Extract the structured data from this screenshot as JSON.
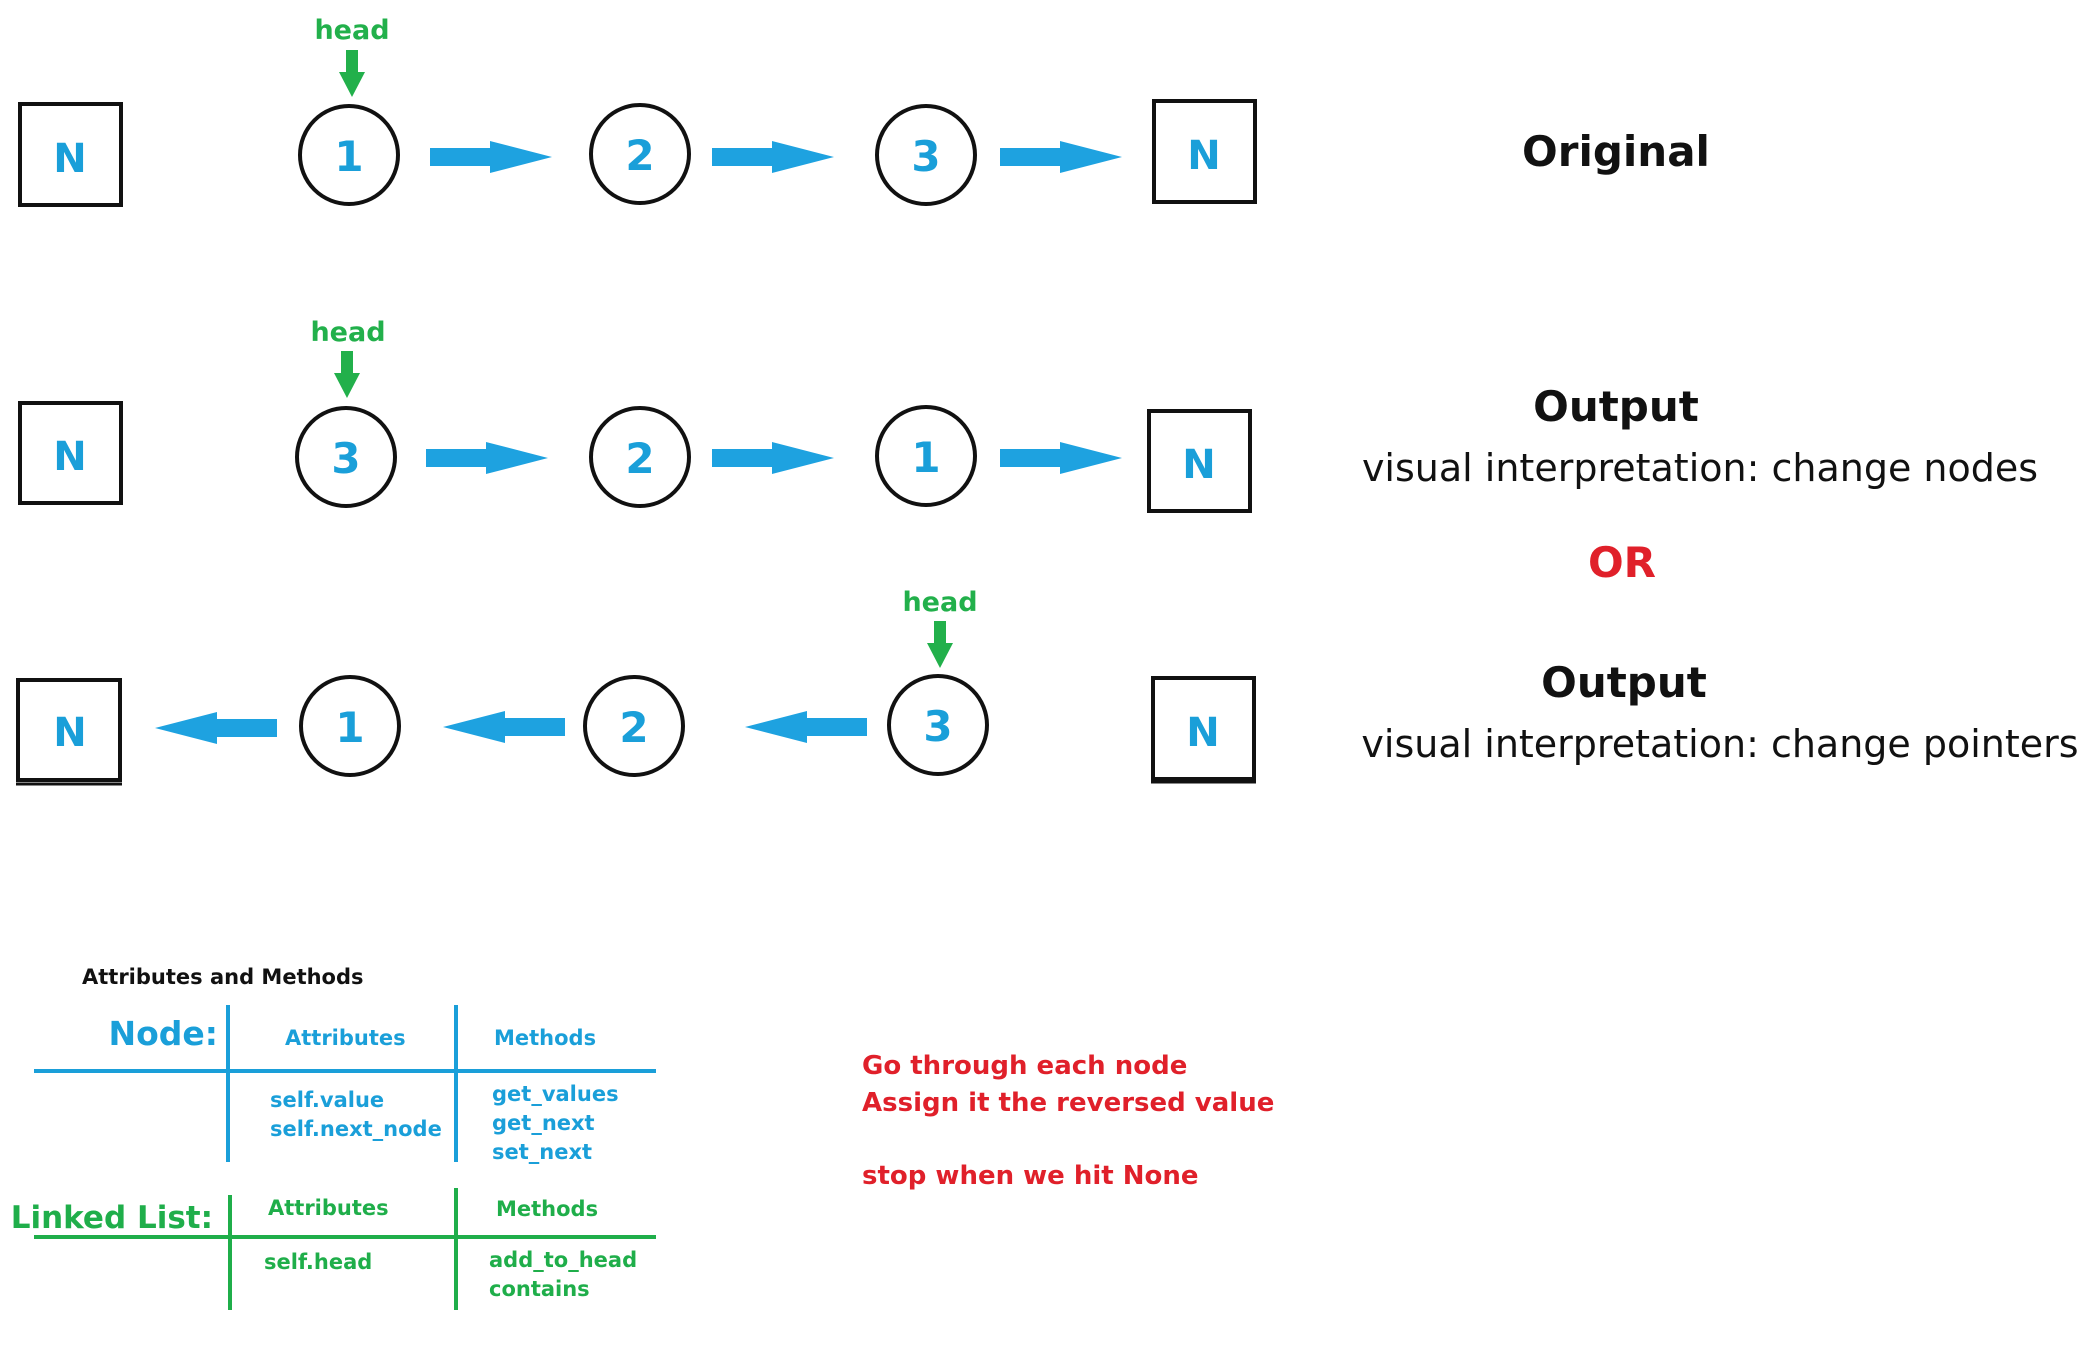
{
  "colors": {
    "node_text": "#1a9fd9",
    "arrow": "#1ea2e0",
    "head": "#22b04b",
    "outline": "#111111",
    "emphasis": "#e0202a",
    "linked_list": "#1fae4a"
  },
  "diagrams": {
    "original": {
      "label": "Original",
      "head_label": "head",
      "left_null": "N",
      "nodes": [
        "1",
        "2",
        "3"
      ],
      "right_null": "N"
    },
    "output_nodes": {
      "label": "Output",
      "caption": "visual interpretation: change nodes",
      "head_label": "head",
      "left_null": "N",
      "nodes": [
        "3",
        "2",
        "1"
      ],
      "right_null": "N"
    },
    "or_label": "OR",
    "output_pointers": {
      "label": "Output",
      "caption": "visual interpretation: change pointers",
      "head_label": "head",
      "left_null": "N",
      "nodes": [
        "1",
        "2",
        "3"
      ],
      "right_null": "N"
    }
  },
  "reference": {
    "title": "Attributes and Methods",
    "node": {
      "label": "Node:",
      "attributes_header": "Attributes",
      "methods_header": "Methods",
      "attributes": [
        "self.value",
        "self.next_node"
      ],
      "methods": [
        "get_values",
        "get_next",
        "set_next"
      ]
    },
    "linked_list": {
      "label": "Linked List:",
      "attributes_header": "Attributes",
      "methods_header": "Methods",
      "attributes": [
        "self.head"
      ],
      "methods": [
        "add_to_head",
        "contains"
      ]
    }
  },
  "notes": [
    "Go through each node",
    "Assign it the reversed value",
    "stop when we hit None"
  ]
}
